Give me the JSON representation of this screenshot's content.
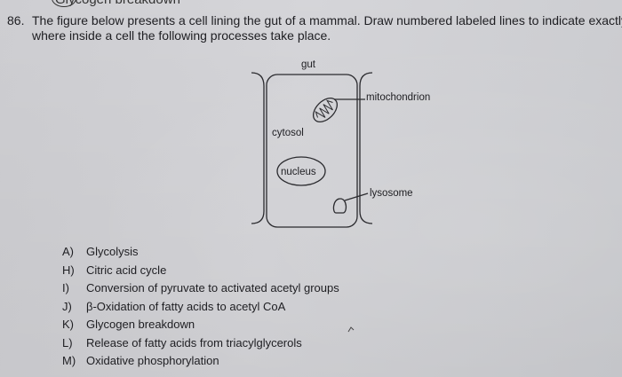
{
  "header_fragment": "Glycogen breakdown",
  "question": {
    "number": "86.",
    "line1": "The figure below presents a cell lining the gut of a mammal. Draw numbered labeled lines to indicate exactly",
    "line2": "where inside a cell the following processes take place."
  },
  "diagram": {
    "gut": "gut",
    "cytosol": "cytosol",
    "nucleus": "nucleus",
    "mitochondrion": "mitochondrion",
    "lysosome": "lysosome"
  },
  "options": [
    {
      "letter": "A)",
      "text": "Glycolysis"
    },
    {
      "letter": "H)",
      "text": "Citric acid cycle"
    },
    {
      "letter": "I)",
      "text": "Conversion of pyruvate to activated acetyl groups"
    },
    {
      "letter": "J)",
      "text": "β-Oxidation of fatty acids to acetyl CoA"
    },
    {
      "letter": "K)",
      "text": "Glycogen breakdown"
    },
    {
      "letter": "L)",
      "text": "Release of fatty acids from triacylglycerols"
    },
    {
      "letter": "M)",
      "text": "Oxidative phosphorylation"
    }
  ],
  "colors": {
    "ink": "#1e1e22",
    "paper": "#d6d6da"
  }
}
